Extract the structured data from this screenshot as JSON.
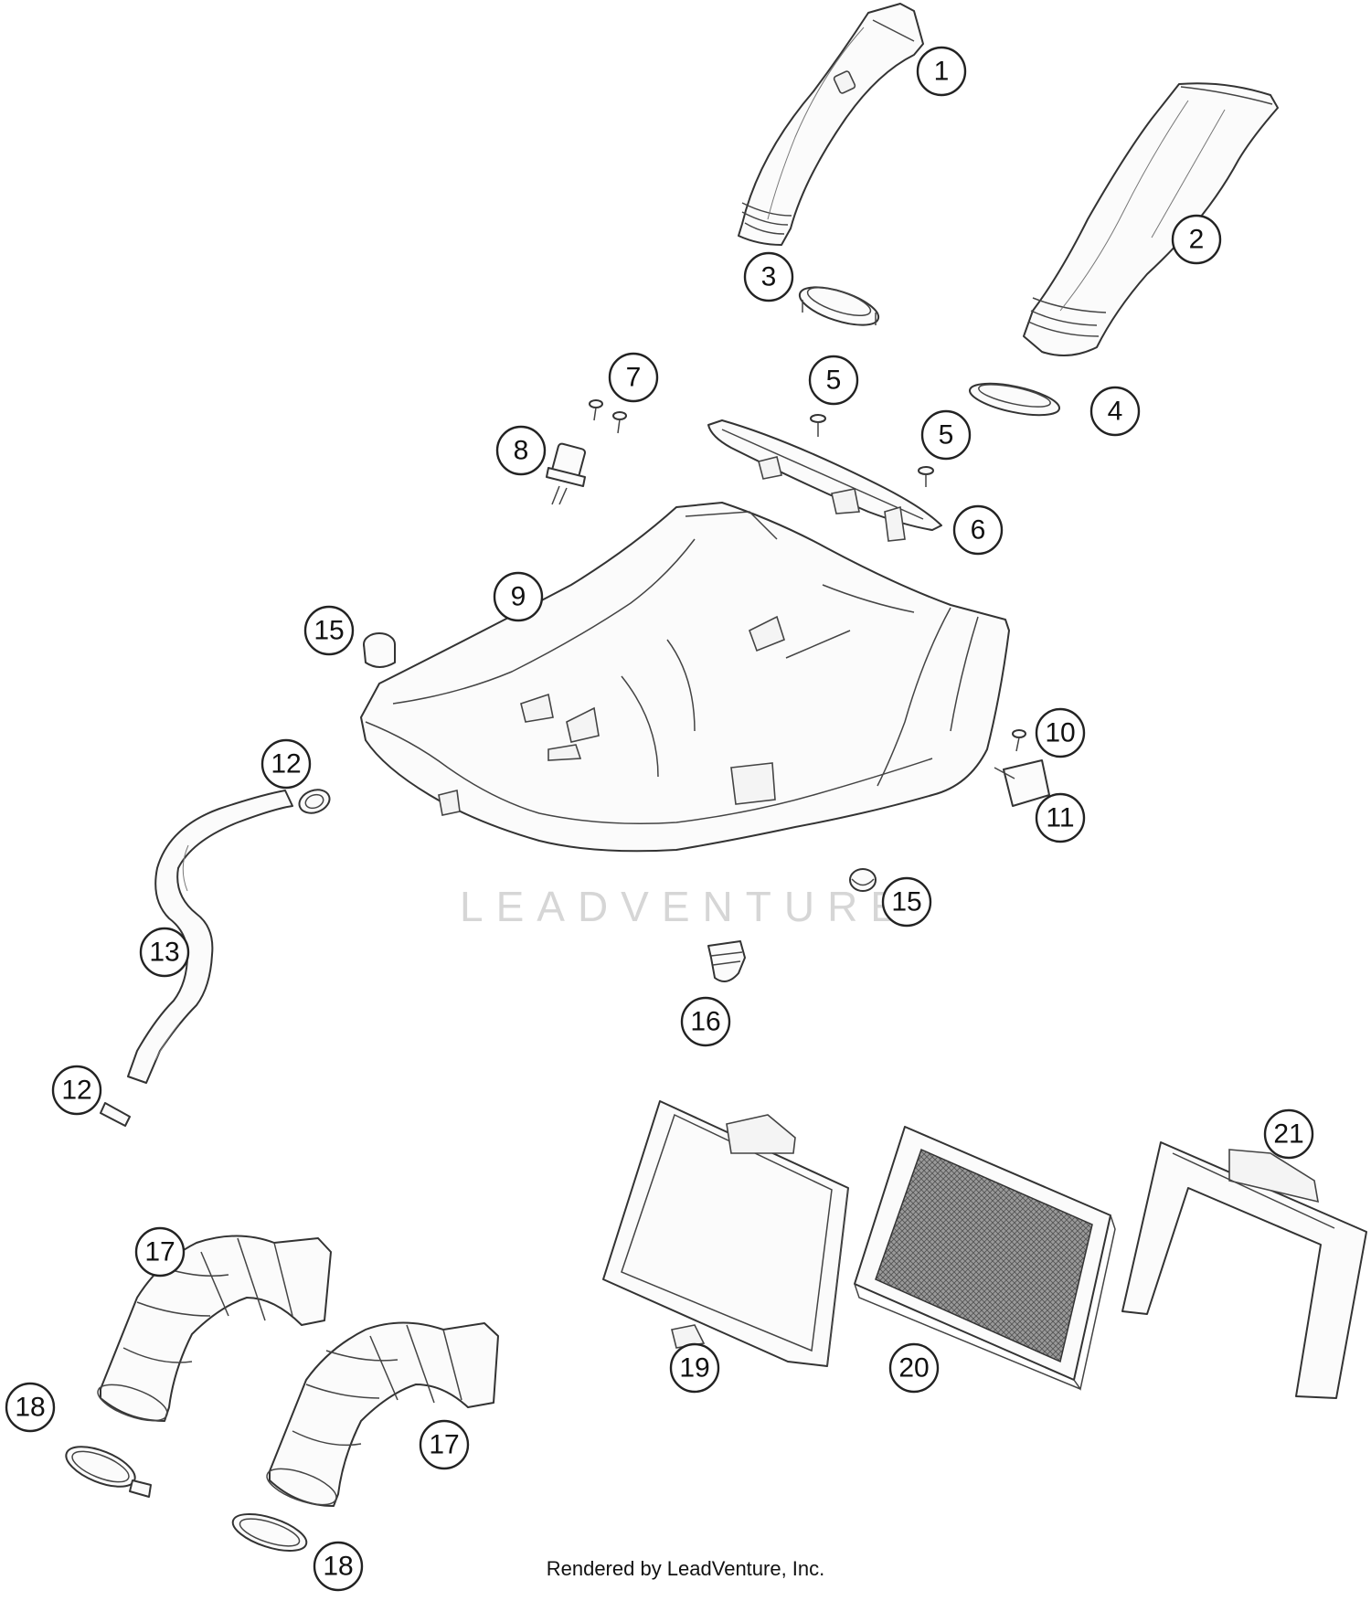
{
  "diagram": {
    "watermark": "LEADVENTURE",
    "footer": "Rendered by LeadVenture, Inc."
  },
  "callouts": [
    {
      "label": "1"
    },
    {
      "label": "2"
    },
    {
      "label": "3"
    },
    {
      "label": "4"
    },
    {
      "label": "5"
    },
    {
      "label": "5"
    },
    {
      "label": "6"
    },
    {
      "label": "7"
    },
    {
      "label": "8"
    },
    {
      "label": "9"
    },
    {
      "label": "10"
    },
    {
      "label": "11"
    },
    {
      "label": "12"
    },
    {
      "label": "12"
    },
    {
      "label": "13"
    },
    {
      "label": "15"
    },
    {
      "label": "15"
    },
    {
      "label": "16"
    },
    {
      "label": "17"
    },
    {
      "label": "17"
    },
    {
      "label": "18"
    },
    {
      "label": "18"
    },
    {
      "label": "19"
    },
    {
      "label": "20"
    },
    {
      "label": "21"
    }
  ]
}
